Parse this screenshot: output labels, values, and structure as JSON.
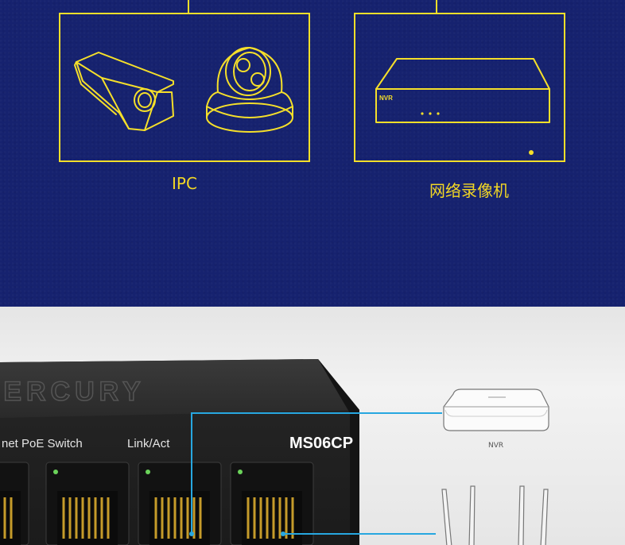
{
  "top_section": {
    "ipc_label": "IPC",
    "nvr_label": "网络录像机",
    "nvr_device_text": "NVR",
    "accent_color": "#f5df2a",
    "background_color": "#16226f"
  },
  "bottom_section": {
    "nvr_label": "NVR",
    "switch": {
      "brand": "MERCURY",
      "product_text": "net PoE Switch",
      "link_label": "Link/Act",
      "model": "MS06CP"
    },
    "line_color": "#27a7e0",
    "devices": [
      "nvr-icon",
      "router-icon"
    ]
  }
}
